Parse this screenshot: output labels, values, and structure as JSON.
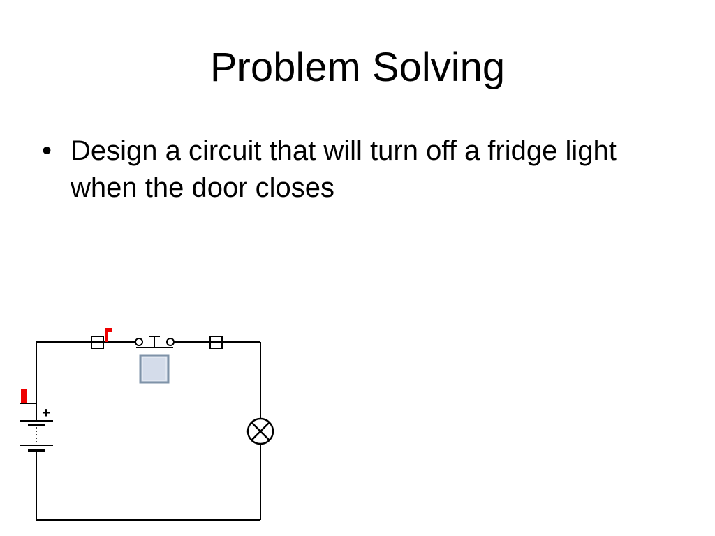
{
  "slide": {
    "title": "Problem Solving",
    "bullets": [
      {
        "symbol": "•",
        "text": "Design a circuit that will turn off a fridge light when the door closes"
      }
    ]
  },
  "circuit": {
    "battery_plus": "+",
    "components": [
      "battery",
      "push-switch",
      "switch-button",
      "lamp",
      "probe-left",
      "probe-top"
    ],
    "colors": {
      "wire": "#000000",
      "probe": "#ee0000",
      "button_fill": "#d4dcea",
      "button_border": "#7f93a8"
    }
  }
}
